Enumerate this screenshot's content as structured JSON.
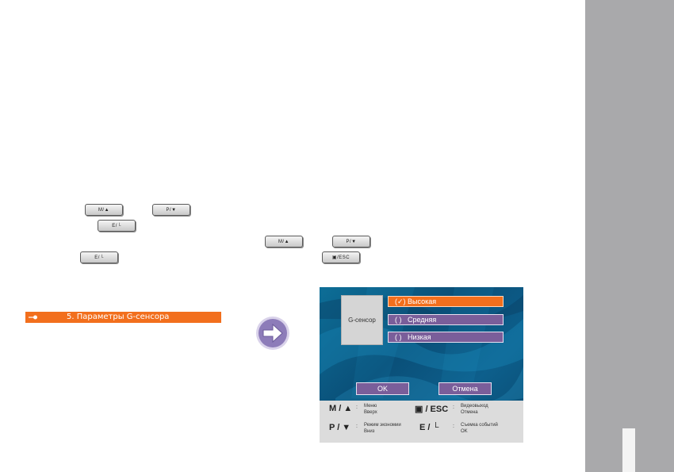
{
  "keys": {
    "m_up": "M/▲",
    "p_down": "P/▼",
    "e_ok": "E/└",
    "esc": "▣/ESC"
  },
  "section": {
    "title": "5. Параметры G-сенсора"
  },
  "screen": {
    "label": "G-сенсор",
    "options": [
      {
        "mark": "(✓)",
        "label": "Высокая",
        "selected": true
      },
      {
        "mark": "( )",
        "label": "Средняя",
        "selected": false
      },
      {
        "mark": "( )",
        "label": "Низкая",
        "selected": false
      }
    ],
    "ok_label": "OK",
    "cancel_label": "Отмена",
    "help": [
      {
        "key": "M / ▲",
        "colon": ":",
        "text1": "Меню",
        "text2": "Вверх"
      },
      {
        "key": "▣ / ESC",
        "colon": ":",
        "text1": "Видеовыход",
        "text2": "Отмена"
      },
      {
        "key": "P / ▼",
        "colon": ":",
        "text1": "Режим экономии",
        "text2": "Вниз"
      },
      {
        "key": "E / └",
        "colon": ":",
        "text1": "Съемка событий",
        "text2": "OK"
      }
    ]
  },
  "colors": {
    "accent_orange": "#f26f1d",
    "option_purple": "#7a5e9a",
    "sidebar_gray": "#a9a9ab",
    "screen_blue": "#0d6e97"
  }
}
